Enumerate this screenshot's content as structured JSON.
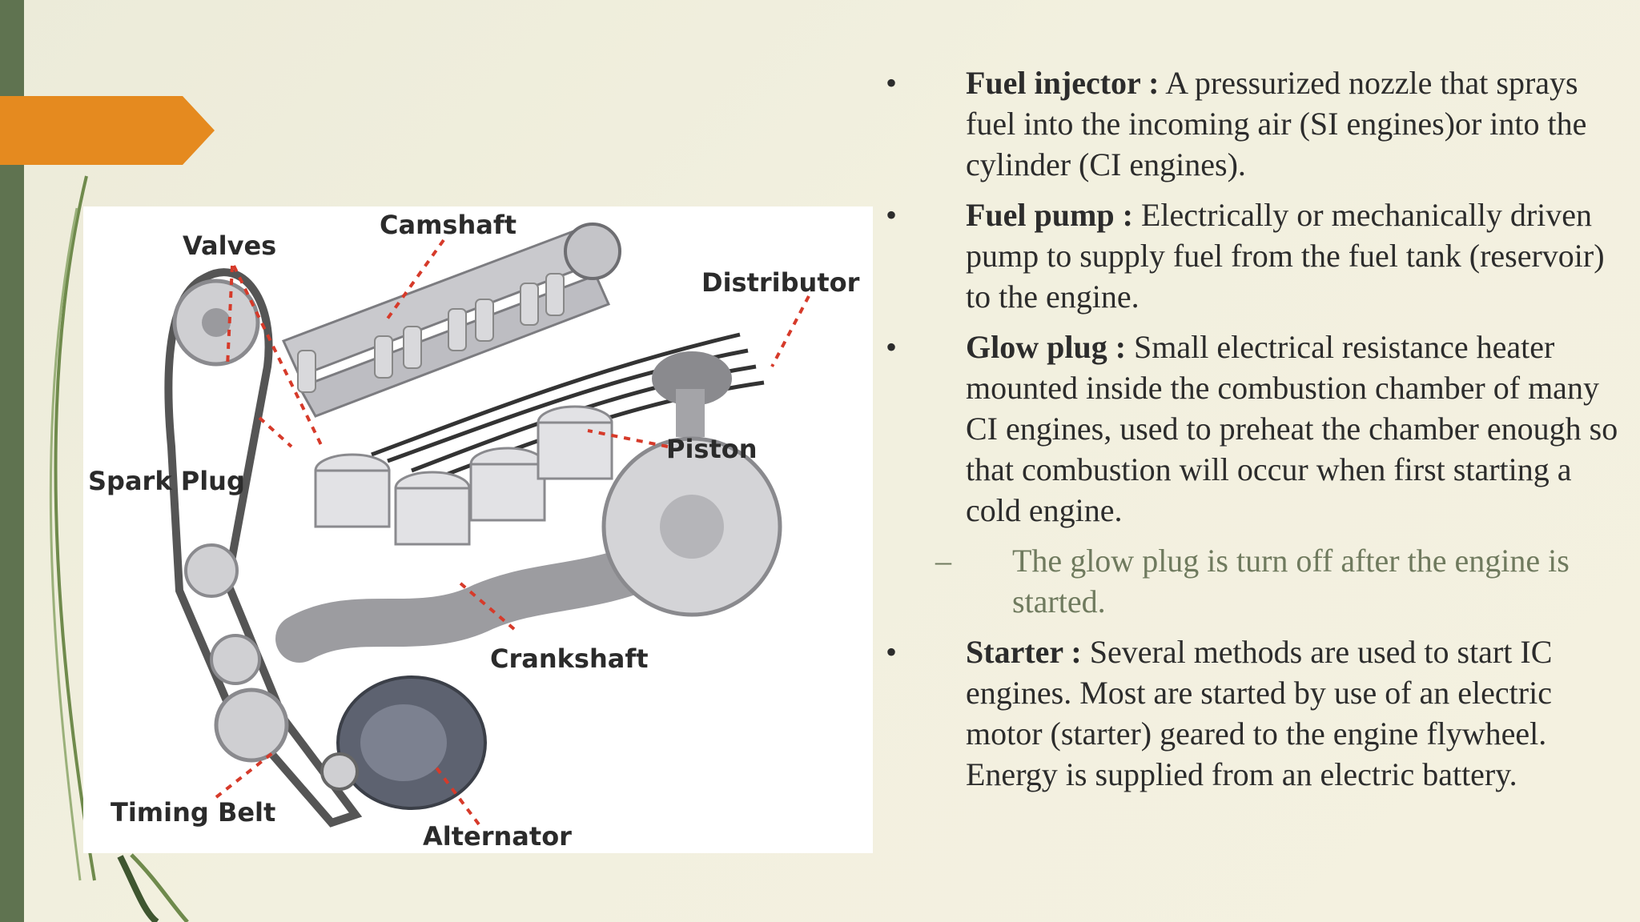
{
  "diagram": {
    "labels": {
      "valves": "Valves",
      "camshaft": "Camshaft",
      "distributor": "Distributor",
      "piston": "Piston",
      "spark_plug": "Spark Plug",
      "crankshaft": "Crankshaft",
      "timing_belt": "Timing Belt",
      "alternator": "Alternator"
    }
  },
  "bullets": [
    {
      "term": "Fuel injector :",
      "text": " A pressurized nozzle that sprays fuel into the incoming air (SI engines)or into the cylinder (CI engines).",
      "marker": "•"
    },
    {
      "term": "Fuel pump :",
      "text": " Electrically or mechanically driven pump to supply fuel from the fuel tank (reservoir) to the engine.",
      "marker": "•"
    },
    {
      "term": "Glow plug :",
      "text": " Small electrical resistance heater mounted inside the combustion chamber of many CI engines, used to preheat the chamber enough so that combustion will occur when first starting a cold engine.",
      "marker": "•"
    },
    {
      "text": "The glow plug is turn off after the engine is started.",
      "marker": "–"
    },
    {
      "term": "Starter :",
      "text": " Several methods are used to start IC engines. Most are started by use of an electric motor (starter) geared to the engine flywheel. Energy is supplied from an electric battery.",
      "marker": "•"
    }
  ],
  "colors": {
    "accent_arrow": "#e58a1f",
    "left_bar": "#5f7350",
    "subtext": "#6f7a5e"
  }
}
